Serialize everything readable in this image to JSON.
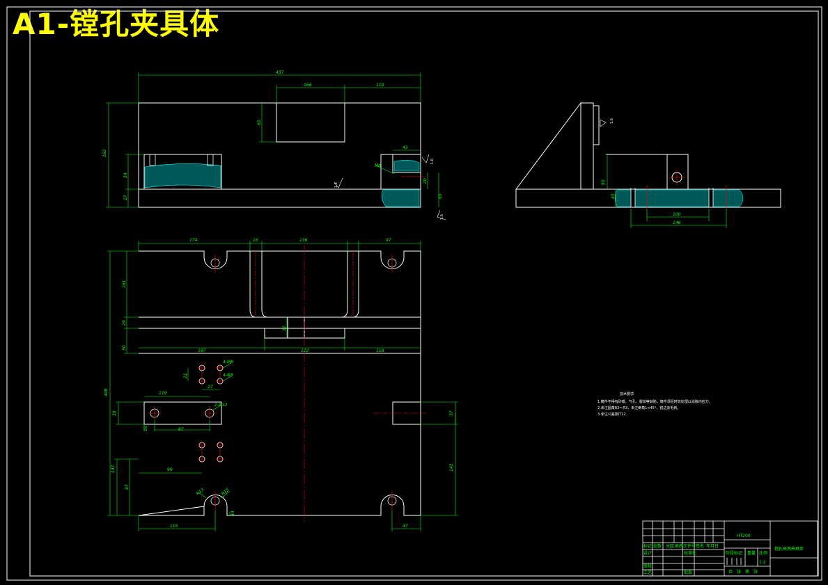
{
  "title": "A1-镗孔夹具体",
  "colors": {
    "background": "#000000",
    "outline": "#ffffff",
    "dimension": "#00ff00",
    "centerline": "#ff0000",
    "hatch": "#00ffff",
    "title": "#ffff00"
  },
  "front_view": {
    "dims": {
      "total_width": "437",
      "slot_width": "166",
      "right_part": "118",
      "slot_depth": "60",
      "height": "162",
      "d54": "54",
      "d27": "27",
      "d43": "43",
      "d65": "65",
      "rough": "1.6",
      "rough2": "1.6",
      "rough3": "1.6",
      "m": "M8",
      "d20": "20"
    }
  },
  "side_view": {
    "dims": {
      "d80": "80",
      "d45": "45",
      "d100": "100",
      "d146": "146",
      "rough": "1.6"
    }
  },
  "top_view": {
    "dims": {
      "d174": "174",
      "d16": "16",
      "d136": "136",
      "d97": "97",
      "d161": "161",
      "d29": "29",
      "d50": "50",
      "d32": "32",
      "d197": "197",
      "d122": "122",
      "d118": "118",
      "d449": "449",
      "d21": "21",
      "d27": "27",
      "d119": "119",
      "d38": "38",
      "d16b": "16",
      "d87": "87",
      "d99": "99",
      "d147": "147",
      "d87b": "87",
      "d115": "115",
      "d17": "17",
      "d142": "142",
      "d37": "37",
      "d47": "47",
      "thread1": "4-M8",
      "thread2": "4-Φ8",
      "thread3": "2-Φ12",
      "r13": "R13",
      "r15": "R15",
      "d34": "34"
    }
  },
  "notes": {
    "heading": "技术要求",
    "lines": [
      "1.铸件不得有砂眼、气孔、裂纹等缺陷，铸件须经时效处理以消除内应力。",
      "2.未注圆角R2～R3，未注倒角1×45°，锐边去毛刺。",
      "3.未注公差按IT12"
    ]
  },
  "title_block": {
    "material": "HT200",
    "drawing_name": "镗孔夹具夹具体",
    "scale": "1:2",
    "labels": {
      "mark": "标记",
      "count": "处数",
      "zone": "分区",
      "doc": "更改文件号",
      "sign": "签名",
      "date": "年月日",
      "design": "设计",
      "std": "标准化",
      "check": "审核",
      "process": "工艺",
      "approve": "批准",
      "stage": "阶段标记",
      "weight": "重量",
      "ratio": "比例",
      "sheets": "共　张　第　张"
    }
  }
}
